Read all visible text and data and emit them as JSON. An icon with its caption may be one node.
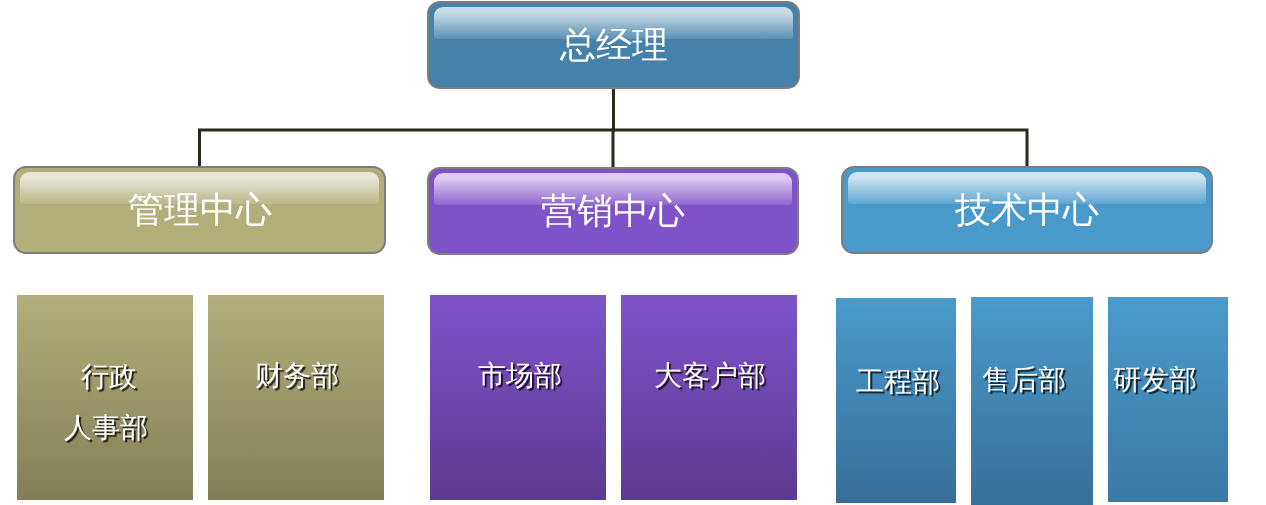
{
  "diagram": {
    "nodes": [
      {
        "text": [
          "总经理"
        ]
      },
      {
        "text": [
          "管理中心"
        ]
      },
      {
        "text": [
          "营销中心"
        ]
      },
      {
        "text": [
          "技术中心"
        ]
      },
      {
        "text": [
          "行政人事部"
        ]
      },
      {
        "text": [
          "财务部"
        ]
      },
      {
        "text": [
          "市场部"
        ]
      },
      {
        "text": [
          "大客户部"
        ]
      },
      {
        "text": [
          "工程部"
        ]
      },
      {
        "text": [
          "售后部"
        ]
      },
      {
        "text": [
          "研发部"
        ]
      }
    ],
    "edges": [
      {
        "from": 0,
        "to": 1,
        "arrow": "none"
      },
      {
        "from": 0,
        "to": 2,
        "arrow": "none"
      },
      {
        "from": 0,
        "to": 3,
        "arrow": "none"
      }
    ]
  }
}
